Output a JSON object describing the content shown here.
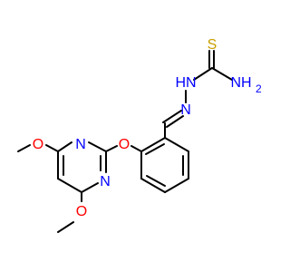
{
  "atoms": {
    "s": "S",
    "hn": "HN",
    "nh2": "NH",
    "nh2_sub": "2",
    "n_imine": "N",
    "o_ether": "O",
    "n_pyr1": "N",
    "n_pyr2": "N",
    "o_methoxy_top": "O",
    "o_methoxy_bottom": "O"
  },
  "colors": {
    "bond": "#000000",
    "oxygen": "#ff0000",
    "nitrogen": "#0000ff",
    "sulfur": "#c8a000",
    "hydrogen_nitrogen": "#0000ff"
  }
}
